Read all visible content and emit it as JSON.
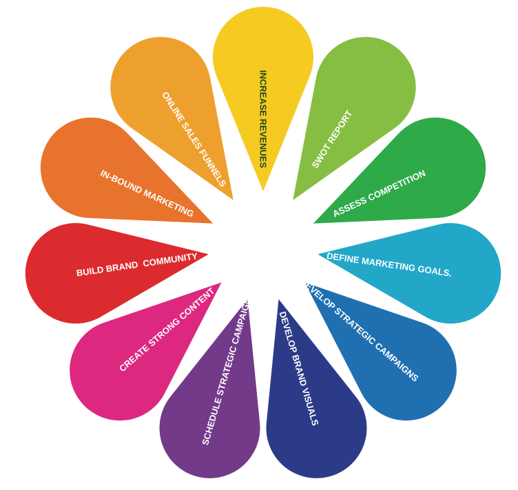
{
  "diagram": {
    "petals": [
      {
        "label": "INCREASE REVENUES",
        "color": "#F5CB22",
        "text_color": "#1E4620"
      },
      {
        "label": "SWOT REPORT",
        "color": "#86BE43",
        "text_color": "#FFFFFF"
      },
      {
        "label": "ASSESS COMPETITION",
        "color": "#2EAA49",
        "text_color": "#FFFFFF"
      },
      {
        "label": "DEFINE MARKETING GOALS.",
        "color": "#22A7C9",
        "text_color": "#FFFFFF"
      },
      {
        "label": "DEVELOP STRATEGIC CAMPAIGNS",
        "color": "#2070B1",
        "text_color": "#FFFFFF"
      },
      {
        "label": "DEVELOP BRAND VISUALS",
        "color": "#2B3B88",
        "text_color": "#FFFFFF"
      },
      {
        "label": "SCHEDULE STRATEGIC CAMPAIGNS",
        "color": "#733A8A",
        "text_color": "#FFFFFF"
      },
      {
        "label": "CREATE STRONG CONTENT",
        "color": "#DC287F",
        "text_color": "#FFFFFF"
      },
      {
        "label": "BUILD BRAND  COMMUNITY",
        "color": "#DC2B2E",
        "text_color": "#FFFFFF"
      },
      {
        "label": "IN-BOUND MARKETING",
        "color": "#E8732C",
        "text_color": "#FFFFFF"
      },
      {
        "label": "ONLINE SALES FUNNELS",
        "color": "#EEA02E",
        "text_color": "#FFFFFF"
      }
    ]
  }
}
